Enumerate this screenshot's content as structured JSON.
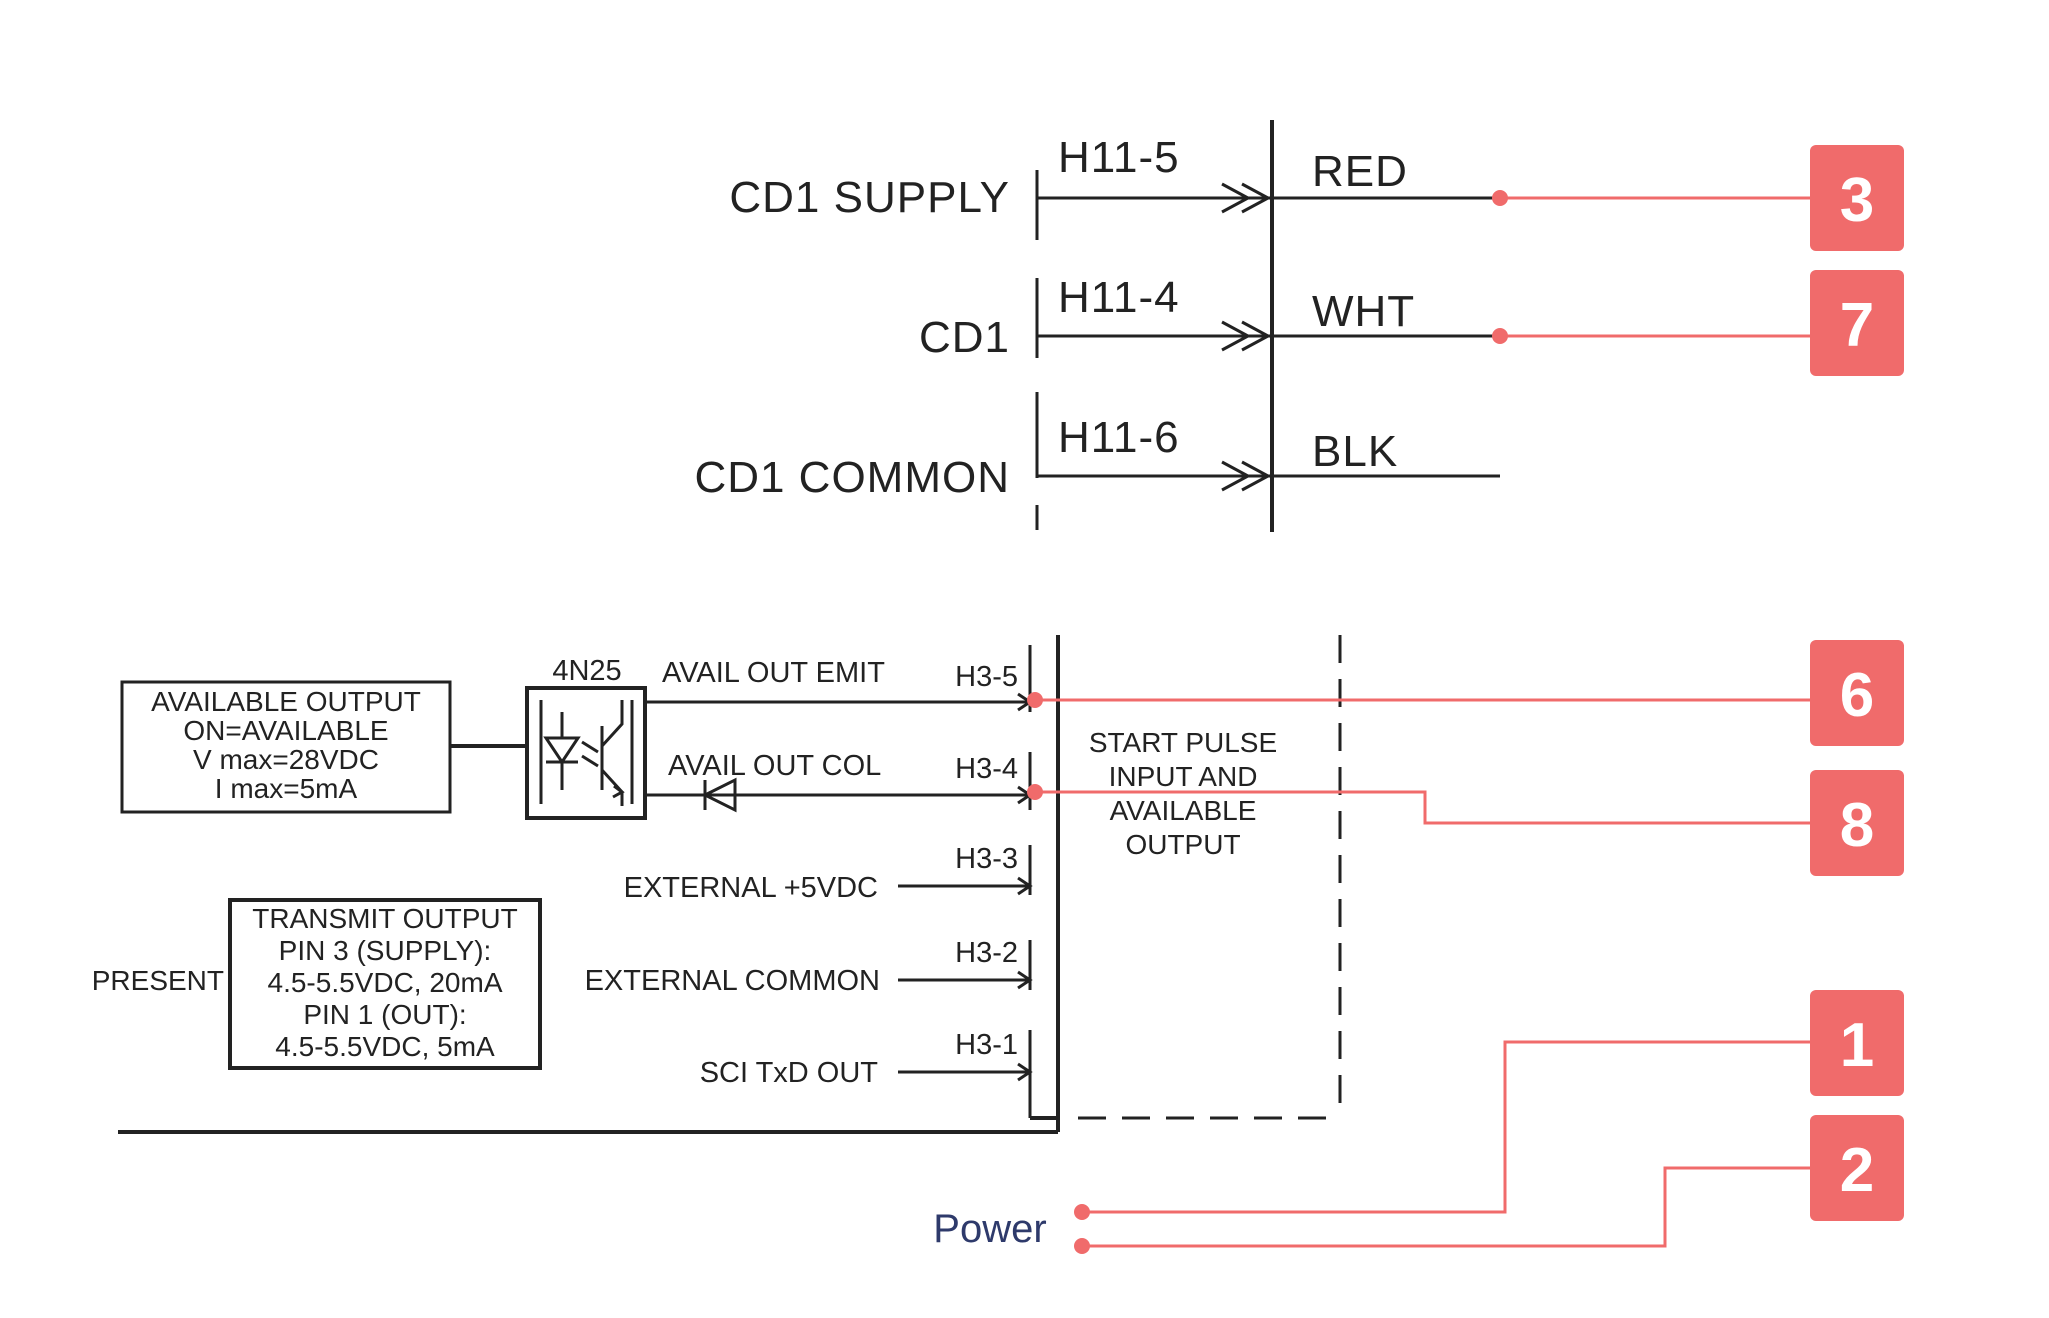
{
  "connector_top": {
    "signals": [
      {
        "name": "CD1 SUPPLY",
        "pin": "H11-5",
        "wire": "RED"
      },
      {
        "name": "CD1",
        "pin": "H11-4",
        "wire": "WHT"
      },
      {
        "name": "CD1 COMMON",
        "pin": "H11-6",
        "wire": "BLK"
      }
    ]
  },
  "connector_bottom": {
    "opto_label": "4N25",
    "available_box": [
      "AVAILABLE OUTPUT",
      "ON=AVAILABLE",
      "V max=28VDC",
      "I max=5mA"
    ],
    "transmit_box": [
      "TRANSMIT OUTPUT",
      "PIN 3 (SUPPLY):",
      "4.5-5.5VDC, 20mA",
      "PIN 1 (OUT):",
      "4.5-5.5VDC, 5mA"
    ],
    "present_label": "PRESENT",
    "block_label": [
      "START PULSE",
      "INPUT AND",
      "AVAILABLE",
      "OUTPUT"
    ],
    "signals": [
      {
        "name": "AVAIL OUT EMIT",
        "pin": "H3-5"
      },
      {
        "name": "AVAIL OUT COL",
        "pin": "H3-4"
      },
      {
        "name": "EXTERNAL +5VDC",
        "pin": "H3-3"
      },
      {
        "name": "EXTERNAL COMMON",
        "pin": "H3-2"
      },
      {
        "name": "SCI TxD OUT",
        "pin": "H3-1"
      }
    ]
  },
  "callouts": [
    "3",
    "7",
    "6",
    "8",
    "1",
    "2"
  ],
  "power_label": "Power",
  "colors": {
    "callout": "#f06b6b",
    "ink": "#222222",
    "power_text": "#2e3a6b"
  }
}
